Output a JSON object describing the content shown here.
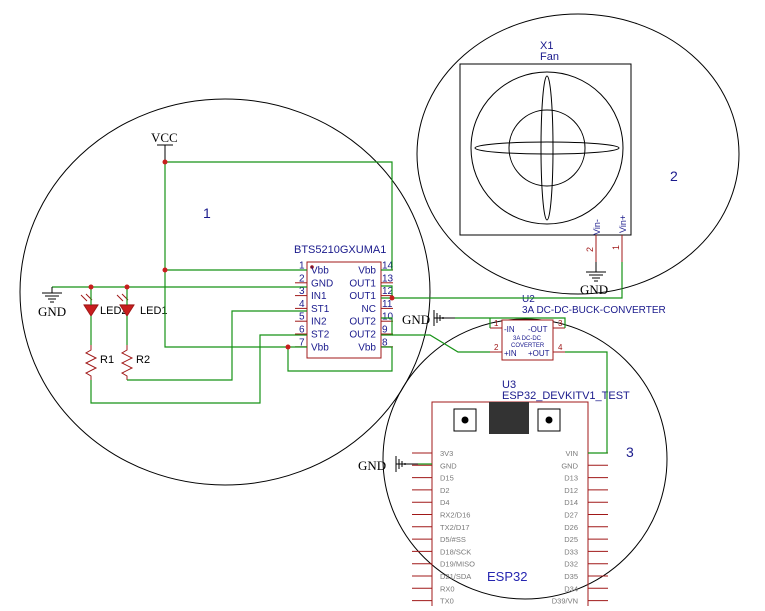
{
  "labels": {
    "vcc": "VCC",
    "gnd": "GND",
    "region1": "1",
    "region2": "2",
    "region3": "3"
  },
  "fan": {
    "ref": "X1",
    "name": "Fan",
    "pin_minus": "Vin-",
    "pin_plus": "Vin+",
    "pin_minus_num": "2",
    "pin_plus_num": "1"
  },
  "driver": {
    "name": "BTS5210GXUMA1",
    "left_pins": [
      {
        "num": "1",
        "label": "Vbb"
      },
      {
        "num": "2",
        "label": "GND"
      },
      {
        "num": "3",
        "label": "IN1"
      },
      {
        "num": "4",
        "label": "ST1"
      },
      {
        "num": "5",
        "label": "IN2"
      },
      {
        "num": "6",
        "label": "ST2"
      },
      {
        "num": "7",
        "label": "Vbb"
      }
    ],
    "right_pins": [
      {
        "num": "14",
        "label": "Vbb"
      },
      {
        "num": "13",
        "label": "OUT1"
      },
      {
        "num": "12",
        "label": "OUT1"
      },
      {
        "num": "11",
        "label": "NC"
      },
      {
        "num": "10",
        "label": "OUT2"
      },
      {
        "num": "9",
        "label": "OUT2"
      },
      {
        "num": "8",
        "label": "Vbb"
      }
    ]
  },
  "leds": {
    "led1": "LED1",
    "led2": "LED2"
  },
  "resistors": {
    "r1": "R1",
    "r2": "R2"
  },
  "converter": {
    "ref": "U2",
    "name": "3A DC-DC-BUCK-CONVERTER",
    "body_line1": "3A DC-DC",
    "body_line2": "COVERTER",
    "pin_in_minus": "-IN",
    "pin_out_minus": "-OUT",
    "pin_in_plus": "+IN",
    "pin_out_plus": "+OUT",
    "pin1": "1",
    "pin2": "2",
    "pin3": "3",
    "pin4": "4"
  },
  "esp": {
    "ref": "U3",
    "name": "ESP32_DEVKITV1_TEST",
    "chip_label": "ESP32",
    "left_pins": [
      "3V3",
      "GND",
      "D15",
      "D2",
      "D4",
      "RX2/D16",
      "TX2/D17",
      "D5/#SS",
      "D18/SCK",
      "D19/MISO",
      "D21/SDA",
      "RX0",
      "TX0"
    ],
    "right_pins": [
      "VIN",
      "GND",
      "D13",
      "D12",
      "D14",
      "D27",
      "D26",
      "D25",
      "D33",
      "D32",
      "D35",
      "D34",
      "D39/VN"
    ]
  }
}
